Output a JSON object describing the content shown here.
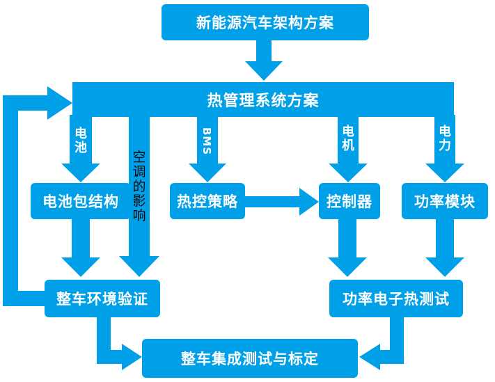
{
  "nodes": {
    "architecture": "新能源汽车架构方案",
    "thermal": "热管理系统方案",
    "battery_pack": "电池包结构",
    "thermal_strategy": "热控策略",
    "controller": "控制器",
    "power_module": "功率模块",
    "vehicle_env": "整车环境验证",
    "power_thermal": "功率电子热测试",
    "integration": "整车集成测试与标定"
  },
  "labels": {
    "battery": "电池",
    "bms": "BMS",
    "motor": "电机",
    "power": "电力",
    "ac_impact": "空调的影响"
  },
  "colors": {
    "accent": "#00a0e9"
  }
}
